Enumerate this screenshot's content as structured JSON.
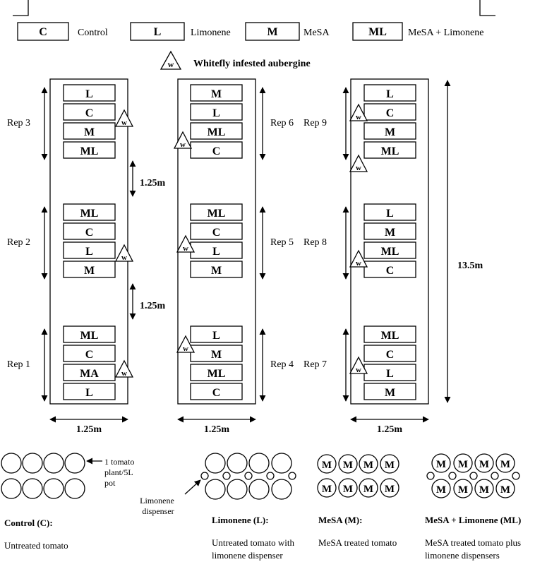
{
  "legend": {
    "items": [
      {
        "code": "C",
        "label": "Control"
      },
      {
        "code": "L",
        "label": "Limonene"
      },
      {
        "code": "M",
        "label": "MeSA"
      },
      {
        "code": "ML",
        "label": "MeSA + Limonene"
      }
    ],
    "whitefly_symbol": "w",
    "whitefly_label": "Whitefly infested aubergine"
  },
  "fields": [
    {
      "reps": [
        {
          "label": "Rep 3",
          "plots": [
            "L",
            "C",
            "M",
            "ML"
          ]
        },
        {
          "label": "Rep 2",
          "plots": [
            "ML",
            "C",
            "L",
            "M"
          ]
        },
        {
          "label": "Rep 1",
          "plots": [
            "ML",
            "C",
            "MA",
            "L"
          ]
        }
      ],
      "width_label": "1.25m"
    },
    {
      "reps": [
        {
          "label": "Rep 6",
          "plots": [
            "M",
            "L",
            "ML",
            "C"
          ]
        },
        {
          "label": "Rep 5",
          "plots": [
            "ML",
            "C",
            "L",
            "M"
          ]
        },
        {
          "label": "Rep 4",
          "plots": [
            "L",
            "M",
            "ML",
            "C"
          ]
        }
      ],
      "width_label": "1.25m"
    },
    {
      "reps": [
        {
          "label": "Rep 9",
          "plots": [
            "L",
            "C",
            "M",
            "ML"
          ]
        },
        {
          "label": "Rep 8",
          "plots": [
            "L",
            "M",
            "ML",
            "C"
          ]
        },
        {
          "label": "Rep 7",
          "plots": [
            "ML",
            "C",
            "L",
            "M"
          ]
        }
      ],
      "width_label": "1.25m"
    }
  ],
  "gap_label": "1.25m",
  "length_label": "13.5m",
  "bottom": {
    "plant_note": "1 tomato plant/5L pot",
    "dispenser_note": "Limonene dispenser",
    "pot_label": "M",
    "treatments": [
      {
        "title": "Control (C):",
        "desc": "Untreated tomato"
      },
      {
        "title": "Limonene (L):",
        "desc": "Untreated tomato with limonene dispenser"
      },
      {
        "title": "MeSA (M):",
        "desc": "MeSA treated tomato"
      },
      {
        "title": "MeSA + Limonene (ML)",
        "desc": "MeSA treated tomato plus limonene dispensers"
      }
    ]
  }
}
